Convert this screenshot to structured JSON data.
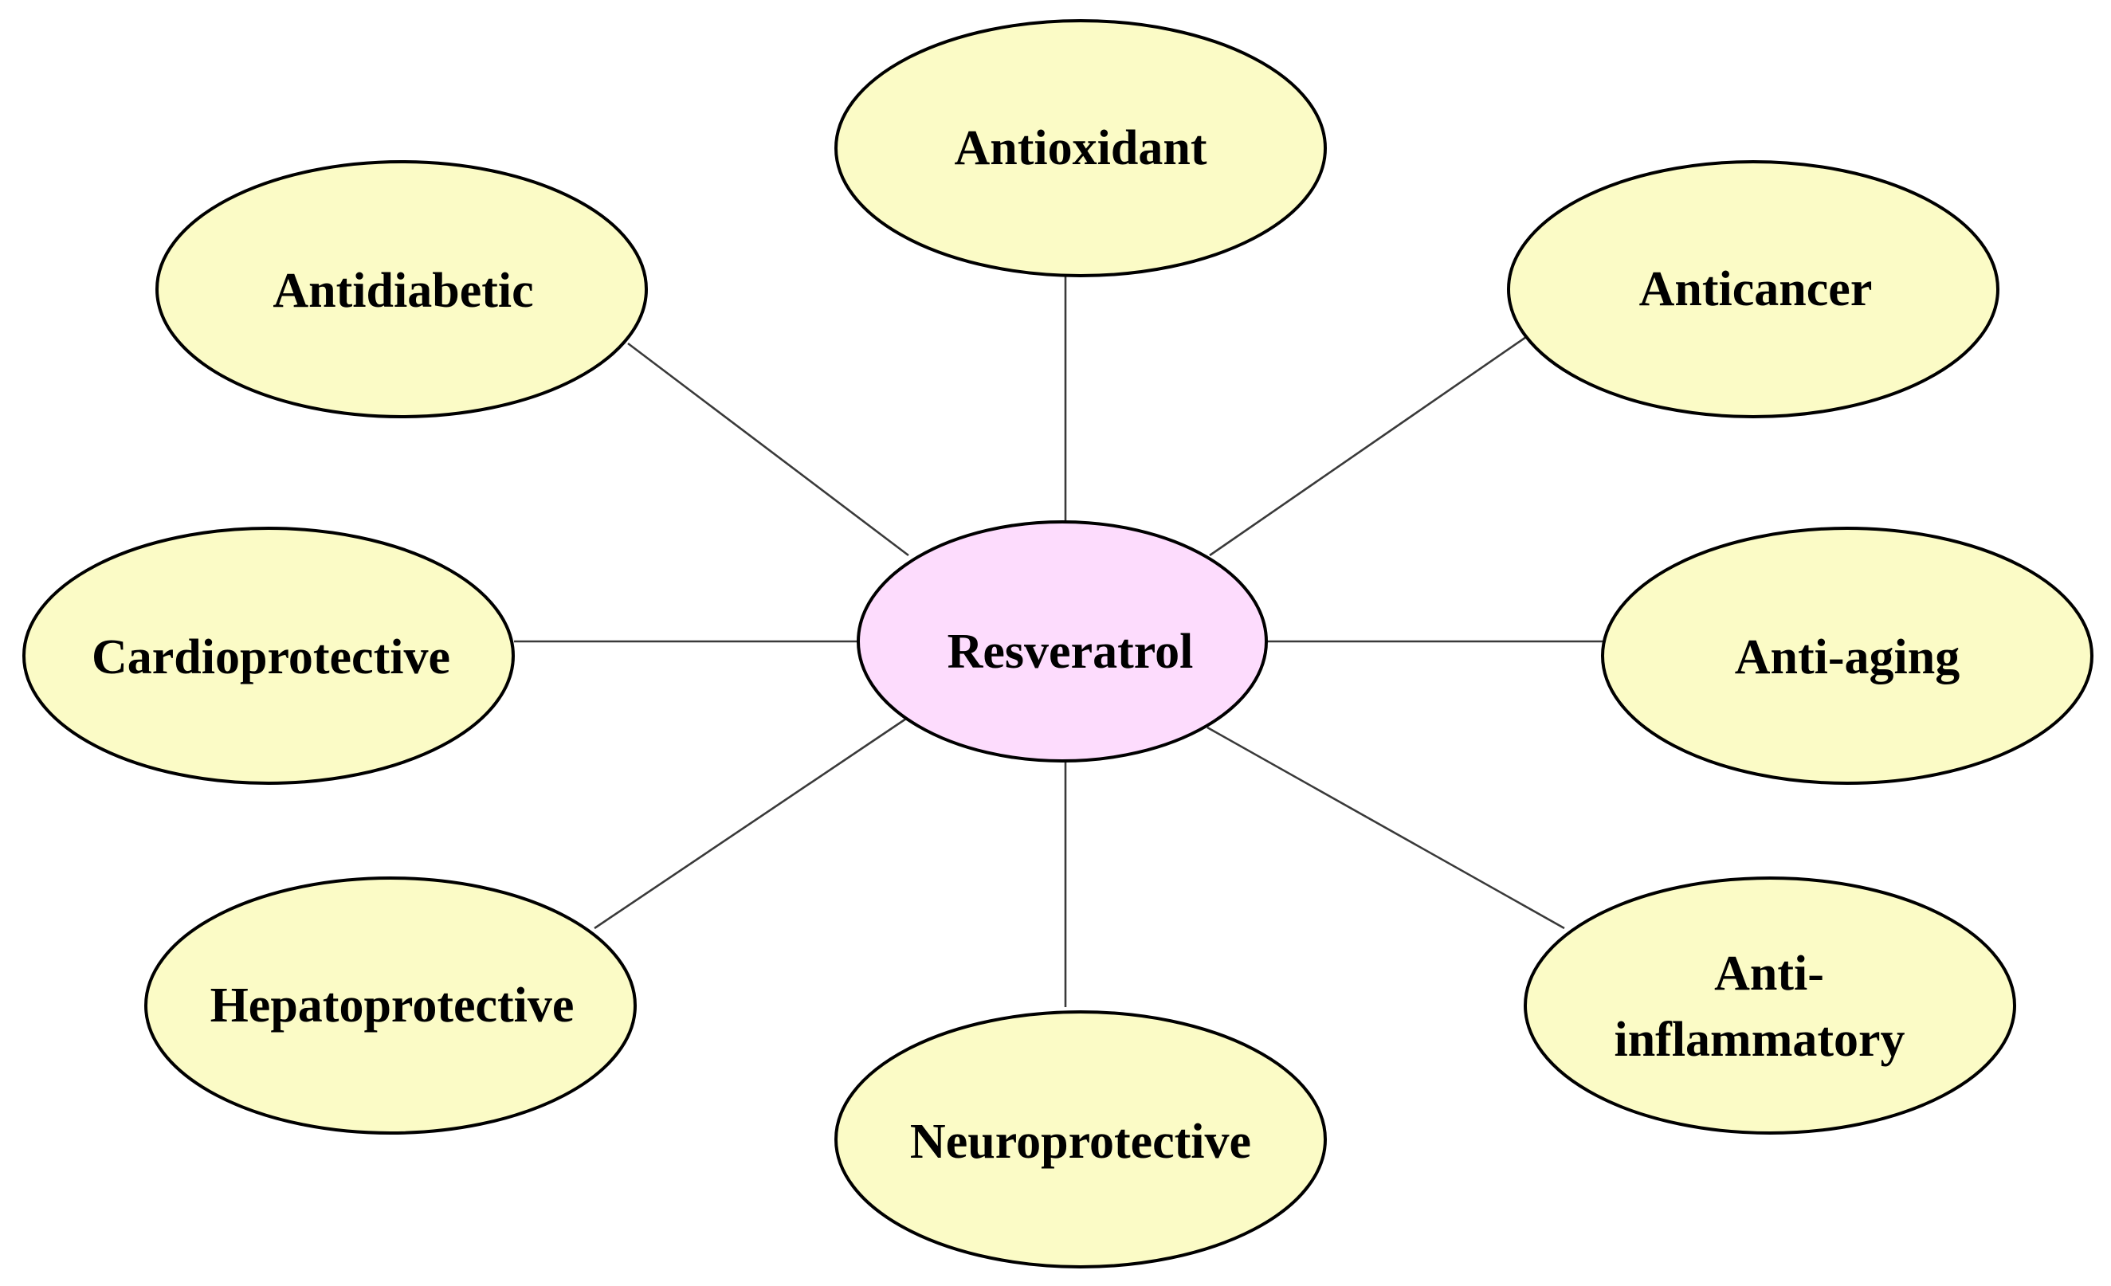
{
  "colors": {
    "center_fill": "#fddcfd",
    "property_fill": "#fbfbc6",
    "outline": "#000000",
    "connector": "#3a3a3a"
  },
  "center": {
    "label": "Resveratrol"
  },
  "properties": {
    "antioxidant": {
      "label": "Antioxidant"
    },
    "anticancer": {
      "label": "Anticancer"
    },
    "anti_aging": {
      "label": "Anti-aging"
    },
    "anti_inflammatory": {
      "line1": "Anti-",
      "line2": "inflammatory"
    },
    "neuroprotective": {
      "label": "Neuroprotective"
    },
    "hepatoprotective": {
      "label": "Hepatoprotective"
    },
    "cardioprotective": {
      "label": "Cardioprotective"
    },
    "antidiabetic": {
      "label": "Antidiabetic"
    }
  }
}
